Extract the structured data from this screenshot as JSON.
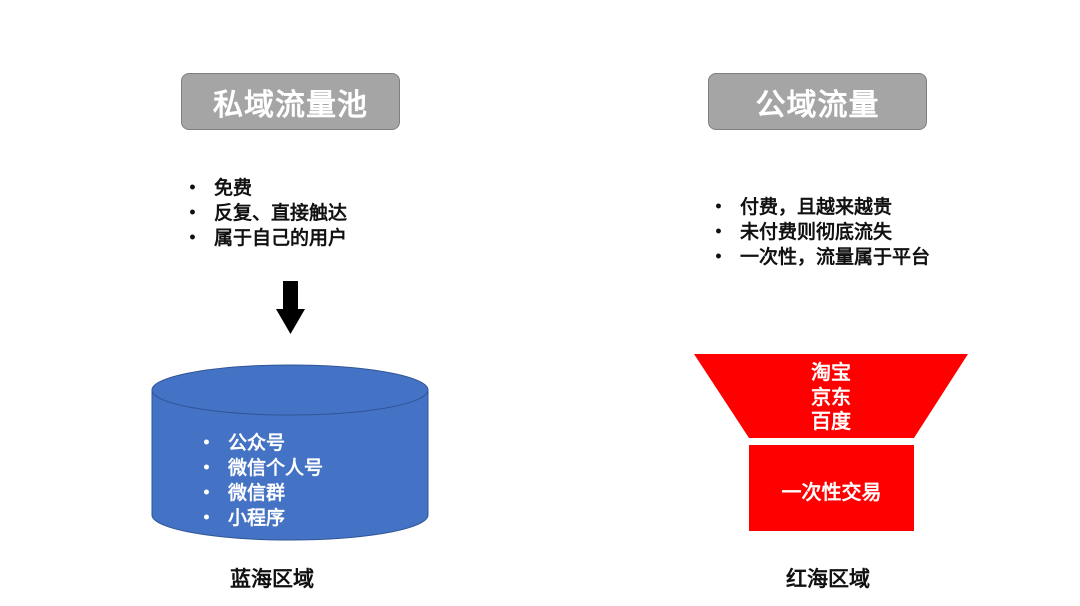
{
  "private": {
    "title": "私域流量池",
    "bullets": [
      "免费",
      "反复、直接触达",
      "属于自己的用户"
    ],
    "pool_items": [
      "公众号",
      "微信个人号",
      "微信群",
      "小程序"
    ],
    "label": "蓝海区域",
    "color": "#4472c4"
  },
  "public": {
    "title": "公域流量",
    "bullets": [
      "付费，且越来越贵",
      "未付费则彻底流失",
      "一次性，流量属于平台"
    ],
    "funnel_items": [
      "淘宝",
      "京东",
      "百度"
    ],
    "box_text": "一次性交易",
    "label": "红海区域",
    "color": "#ff0000"
  }
}
